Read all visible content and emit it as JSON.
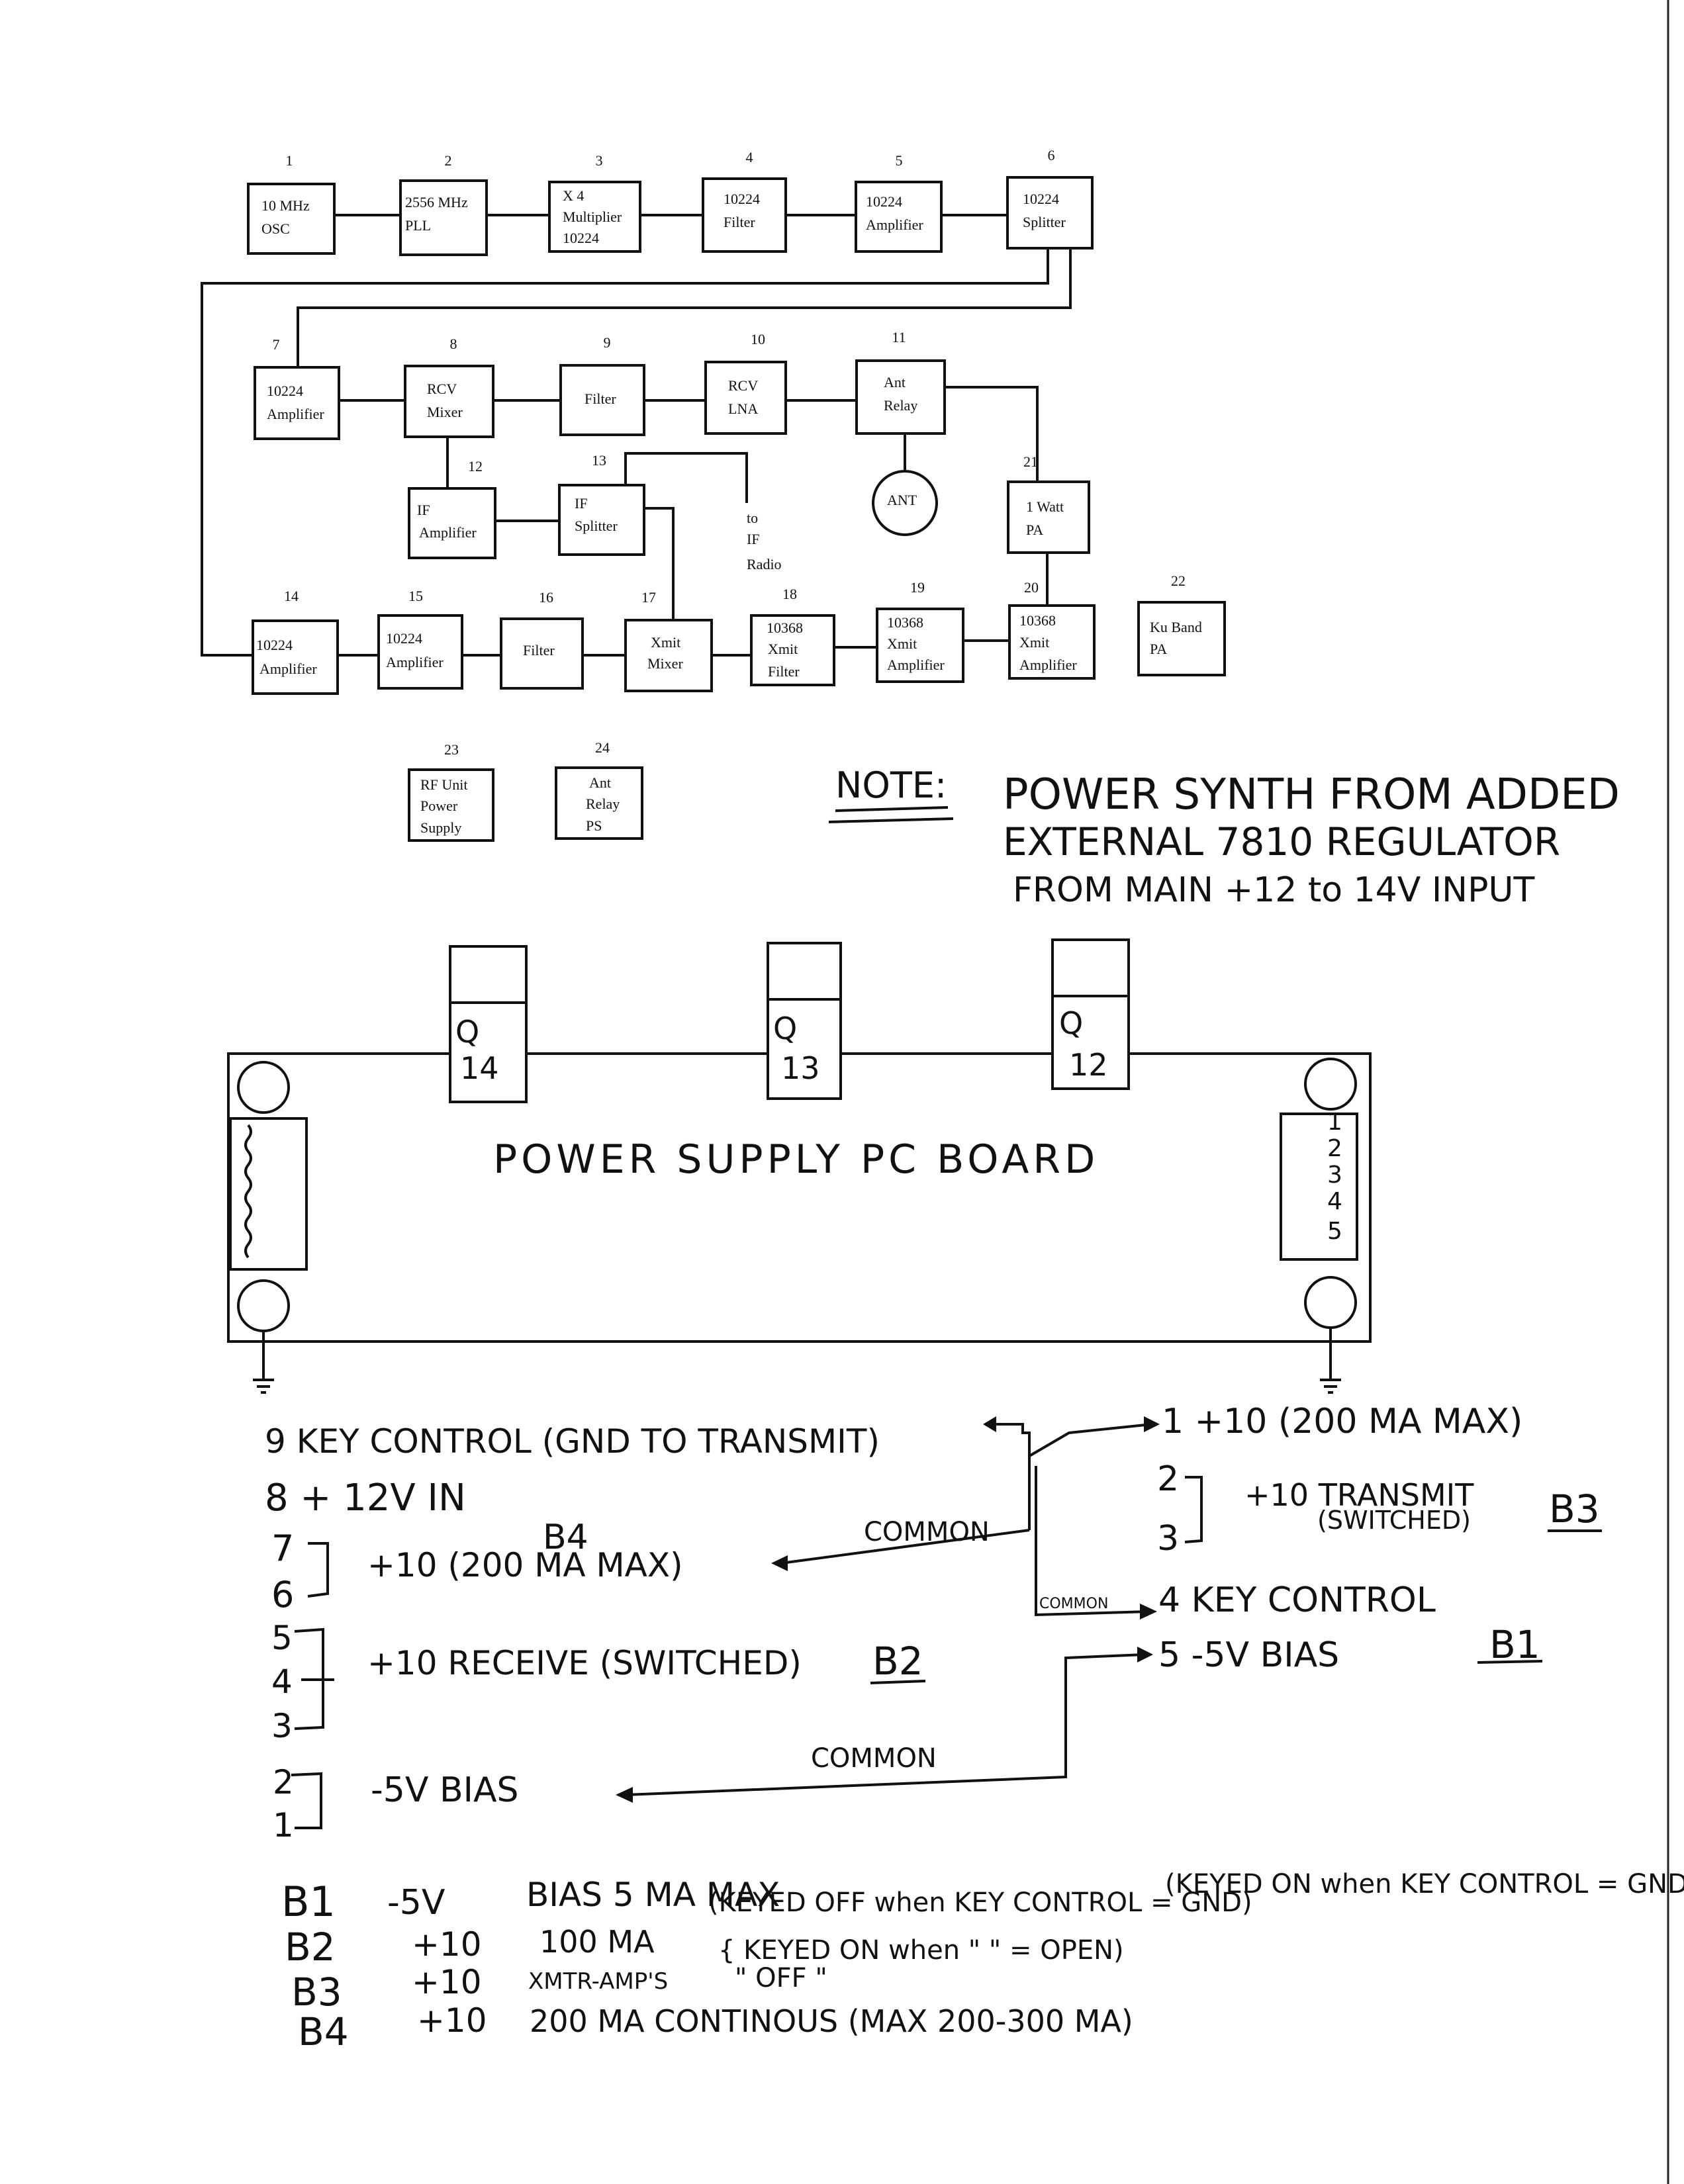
{
  "blocks": [
    {
      "num": "1",
      "lines": [
        "10 MHz",
        "OSC"
      ]
    },
    {
      "num": "2",
      "lines": [
        "2556 MHz",
        "PLL"
      ]
    },
    {
      "num": "3",
      "lines": [
        "X 4",
        "Multiplier",
        "10224"
      ]
    },
    {
      "num": "4",
      "lines": [
        "10224",
        "Filter"
      ]
    },
    {
      "num": "5",
      "lines": [
        "10224",
        "Amplifier"
      ]
    },
    {
      "num": "6",
      "lines": [
        "10224",
        "Splitter"
      ]
    },
    {
      "num": "7",
      "lines": [
        "10224",
        "Amplifier"
      ]
    },
    {
      "num": "8",
      "lines": [
        "RCV",
        "Mixer"
      ]
    },
    {
      "num": "9",
      "lines": [
        "Filter"
      ]
    },
    {
      "num": "10",
      "lines": [
        "RCV",
        "LNA"
      ]
    },
    {
      "num": "11",
      "lines": [
        "Ant",
        "Relay"
      ]
    },
    {
      "num": "12",
      "lines": [
        "IF",
        "Amplifier"
      ]
    },
    {
      "num": "13",
      "lines": [
        "IF",
        "Splitter"
      ]
    },
    {
      "num": "",
      "lines": [
        "ANT"
      ]
    },
    {
      "num": "21",
      "lines": [
        "1 Watt",
        "PA"
      ]
    },
    {
      "num": "14",
      "lines": [
        "10224",
        "Amplifier"
      ]
    },
    {
      "num": "15",
      "lines": [
        "10224",
        "Amplifier"
      ]
    },
    {
      "num": "16",
      "lines": [
        "Filter"
      ]
    },
    {
      "num": "17",
      "lines": [
        "Xmit",
        "Mixer"
      ]
    },
    {
      "num": "18",
      "lines": [
        "10368",
        "Xmit",
        "Filter"
      ]
    },
    {
      "num": "19",
      "lines": [
        "10368",
        "Xmit",
        "Amplifier"
      ]
    },
    {
      "num": "20",
      "lines": [
        "10368",
        "Xmit",
        "Amplifier"
      ]
    },
    {
      "num": "22",
      "lines": [
        "Ku Band",
        "PA"
      ]
    },
    {
      "num": "23",
      "lines": [
        "RF Unit",
        "Power",
        "Supply"
      ]
    },
    {
      "num": "24",
      "lines": [
        "Ant",
        "Relay",
        "PS"
      ]
    }
  ],
  "to_if_radio": [
    "to",
    "IF",
    "Radio"
  ],
  "note": {
    "label": "NOTE:",
    "lines": [
      "POWER SYNTH FROM ADDED",
      "EXTERNAL 7810 REGULATOR",
      "FROM MAIN +12 to 14V INPUT"
    ]
  },
  "board": {
    "title": "POWER SUPPLY PC BOARD",
    "transistors": [
      {
        "q": "Q",
        "num": "14"
      },
      {
        "q": "Q",
        "num": "13"
      },
      {
        "q": "Q",
        "num": "12"
      }
    ],
    "right_pins": [
      "1",
      "2",
      "3",
      "4",
      "5"
    ],
    "left_pins": [
      "9",
      "8",
      "7",
      "6",
      "5",
      "4",
      "3",
      "2",
      "1"
    ]
  },
  "left_connections": {
    "p9": "9  KEY CONTROL (GND TO TRANSMIT)",
    "p8": "8 + 12V   IN",
    "p7": "7",
    "p6": "6",
    "p76_text": "+10   (200 MA  MAX)",
    "b4": "B4",
    "p5": "5",
    "p4": "4",
    "p3": "3",
    "p543_text": "+10   RECEIVE   (SWITCHED)",
    "b2": "B2",
    "p2": "2",
    "p1": "1",
    "p21_text": "-5V   BIAS"
  },
  "right_connections": {
    "p1_text": "1  +10   (200 MA  MAX)",
    "p2": "2",
    "p3": "3",
    "p23_text_1": "+10 TRANSMIT",
    "p23_text_2": "(SWITCHED)",
    "b3": "B3",
    "common_small": "COMMON",
    "p4_text": "4  KEY CONTROL",
    "p5_text": "5  -5V  BIAS",
    "b1": "B1"
  },
  "common_labels": [
    "COMMON",
    "COMMON"
  ],
  "legend": [
    {
      "id": "B1",
      "volt": "-5V",
      "desc": "BIAS     5  MA  MAX"
    },
    {
      "id": "B2",
      "volt": "+10",
      "desc": "100 MA"
    },
    {
      "id": "B3",
      "volt": "+10",
      "desc": "XMTR-AMP'S"
    },
    {
      "id": "B4",
      "volt": "+10",
      "desc": "200 MA    CONTINOUS   (MAX 200-300 MA)"
    }
  ],
  "legend_notes": [
    "(KEYED  OFF  when  KEY CONTROL  = GND)",
    "(KEYED ON when KEY CONTROL = GND)",
    "{ KEYED  ON  when   \"    \"   = OPEN)",
    "   \"    OFF    \""
  ]
}
